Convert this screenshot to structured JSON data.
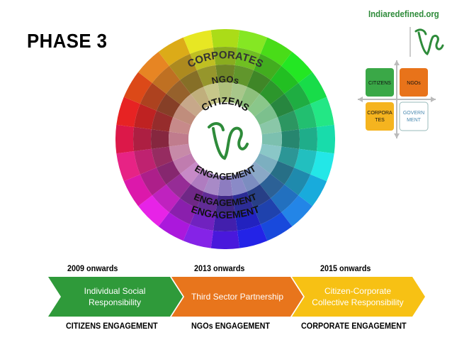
{
  "title": "PHASE 3",
  "site": "Indiaredefined.org",
  "wheel": {
    "ring_labels": [
      "CORPORATES",
      "NGOs",
      "CITIZENS"
    ],
    "engagement_labels": [
      "ENGAGEMENT",
      "ENGAGEMENT",
      "ENGAGEMENT"
    ],
    "center_logo_icon": "vs-logo-icon"
  },
  "quadrant": {
    "cells": [
      {
        "label": "CITIZENS",
        "color": "#3aa847"
      },
      {
        "label": "NGOs",
        "color": "#e8731a"
      },
      {
        "label": "CORPORA TES",
        "color": "#f5b41f"
      },
      {
        "label": "GOVERN MENT",
        "color": "#ffffff"
      }
    ]
  },
  "timeline": [
    {
      "year": "2009 onwards",
      "text_line1": "Individual Social",
      "text_line2": "Responsibility",
      "engagement": "CITIZENS ENGAGEMENT",
      "color": "#2f9a3a"
    },
    {
      "year": "2013 onwards",
      "text_line1": "Third Sector Partnership",
      "text_line2": "",
      "engagement": "NGOs ENGAGEMENT",
      "color": "#e8751c"
    },
    {
      "year": "2015 onwards",
      "text_line1": "Citizen-Corporate",
      "text_line2": "Collective Responsibility",
      "engagement": "CORPORATE ENGAGEMENT",
      "color": "#f7c114"
    }
  ],
  "colors": {
    "logo_green": "#2e8b3a"
  }
}
